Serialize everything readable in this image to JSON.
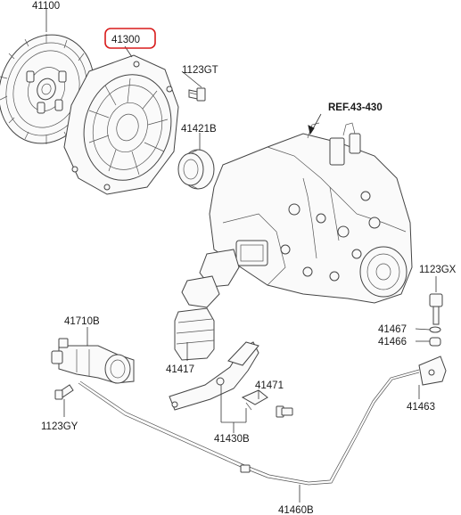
{
  "diagram": {
    "highlight_color": "#d81c1c",
    "callouts": {
      "clutch_disc": "41100",
      "pressure_plate": "41300",
      "bolt_top": "1123GT",
      "ref_transaxle": "REF.43-430",
      "release_bearing": "41421B",
      "bolt_right": "1123GX",
      "part_41467": "41467",
      "part_41466": "41466",
      "bracket": "41463",
      "release_cylinder": "41710B",
      "boot": "41417",
      "part_41471": "41471",
      "bolt_left": "1123GY",
      "release_fork_assy": "41430B",
      "clutch_tube": "41460B"
    }
  }
}
